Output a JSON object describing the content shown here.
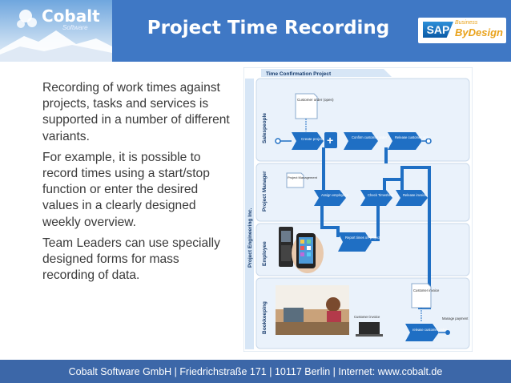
{
  "header": {
    "logo_name": "Cobalt",
    "logo_sub": "Software",
    "title": "Project Time Recording",
    "sap_logo": "SAP",
    "sap_business": "Business",
    "sap_bydesign": "ByDesign"
  },
  "body": {
    "paragraphs": [
      "Recording of work times against projects, tasks and services is supported in a number of different variants.",
      "For example, it is possible to record times using a start/stop function or enter the desired values in a clearly designed weekly overview.",
      "Team Leaders can use specially designed forms for mass recording of data."
    ]
  },
  "diagram": {
    "title": "Time Confirmation Project",
    "org_label": "Project Engineering Inc.",
    "lanes": [
      "Salespeople",
      "Project Manager",
      "Employee",
      "Bookkeeping"
    ],
    "docs": {
      "customer_order": "Customer order (open)",
      "project_mgmt": "Project Management",
      "customer_invoice_doc": "Customer invoice",
      "customer_invoice_lbl": "Customer invoice",
      "manage_payment": "Manage payment"
    },
    "steps": {
      "create_project": "Create project",
      "confirm_order": "Confirm customer order",
      "release_order_top": "Release customer order",
      "assign_employees": "Assign employees",
      "check_timesheet": "Check Timesheet",
      "invoice_release": "Release invoice",
      "report_times": "Report times on project",
      "release_order_bottom": "release customer order"
    },
    "colors": {
      "lane": "#eaf2fb",
      "arrow": "#1f6fc4",
      "border": "#c8d8ea"
    }
  },
  "footer": {
    "text": "Cobalt Software GmbH | Friedrichstraße 171 | 10117 Berlin | Internet: www.cobalt.de"
  }
}
